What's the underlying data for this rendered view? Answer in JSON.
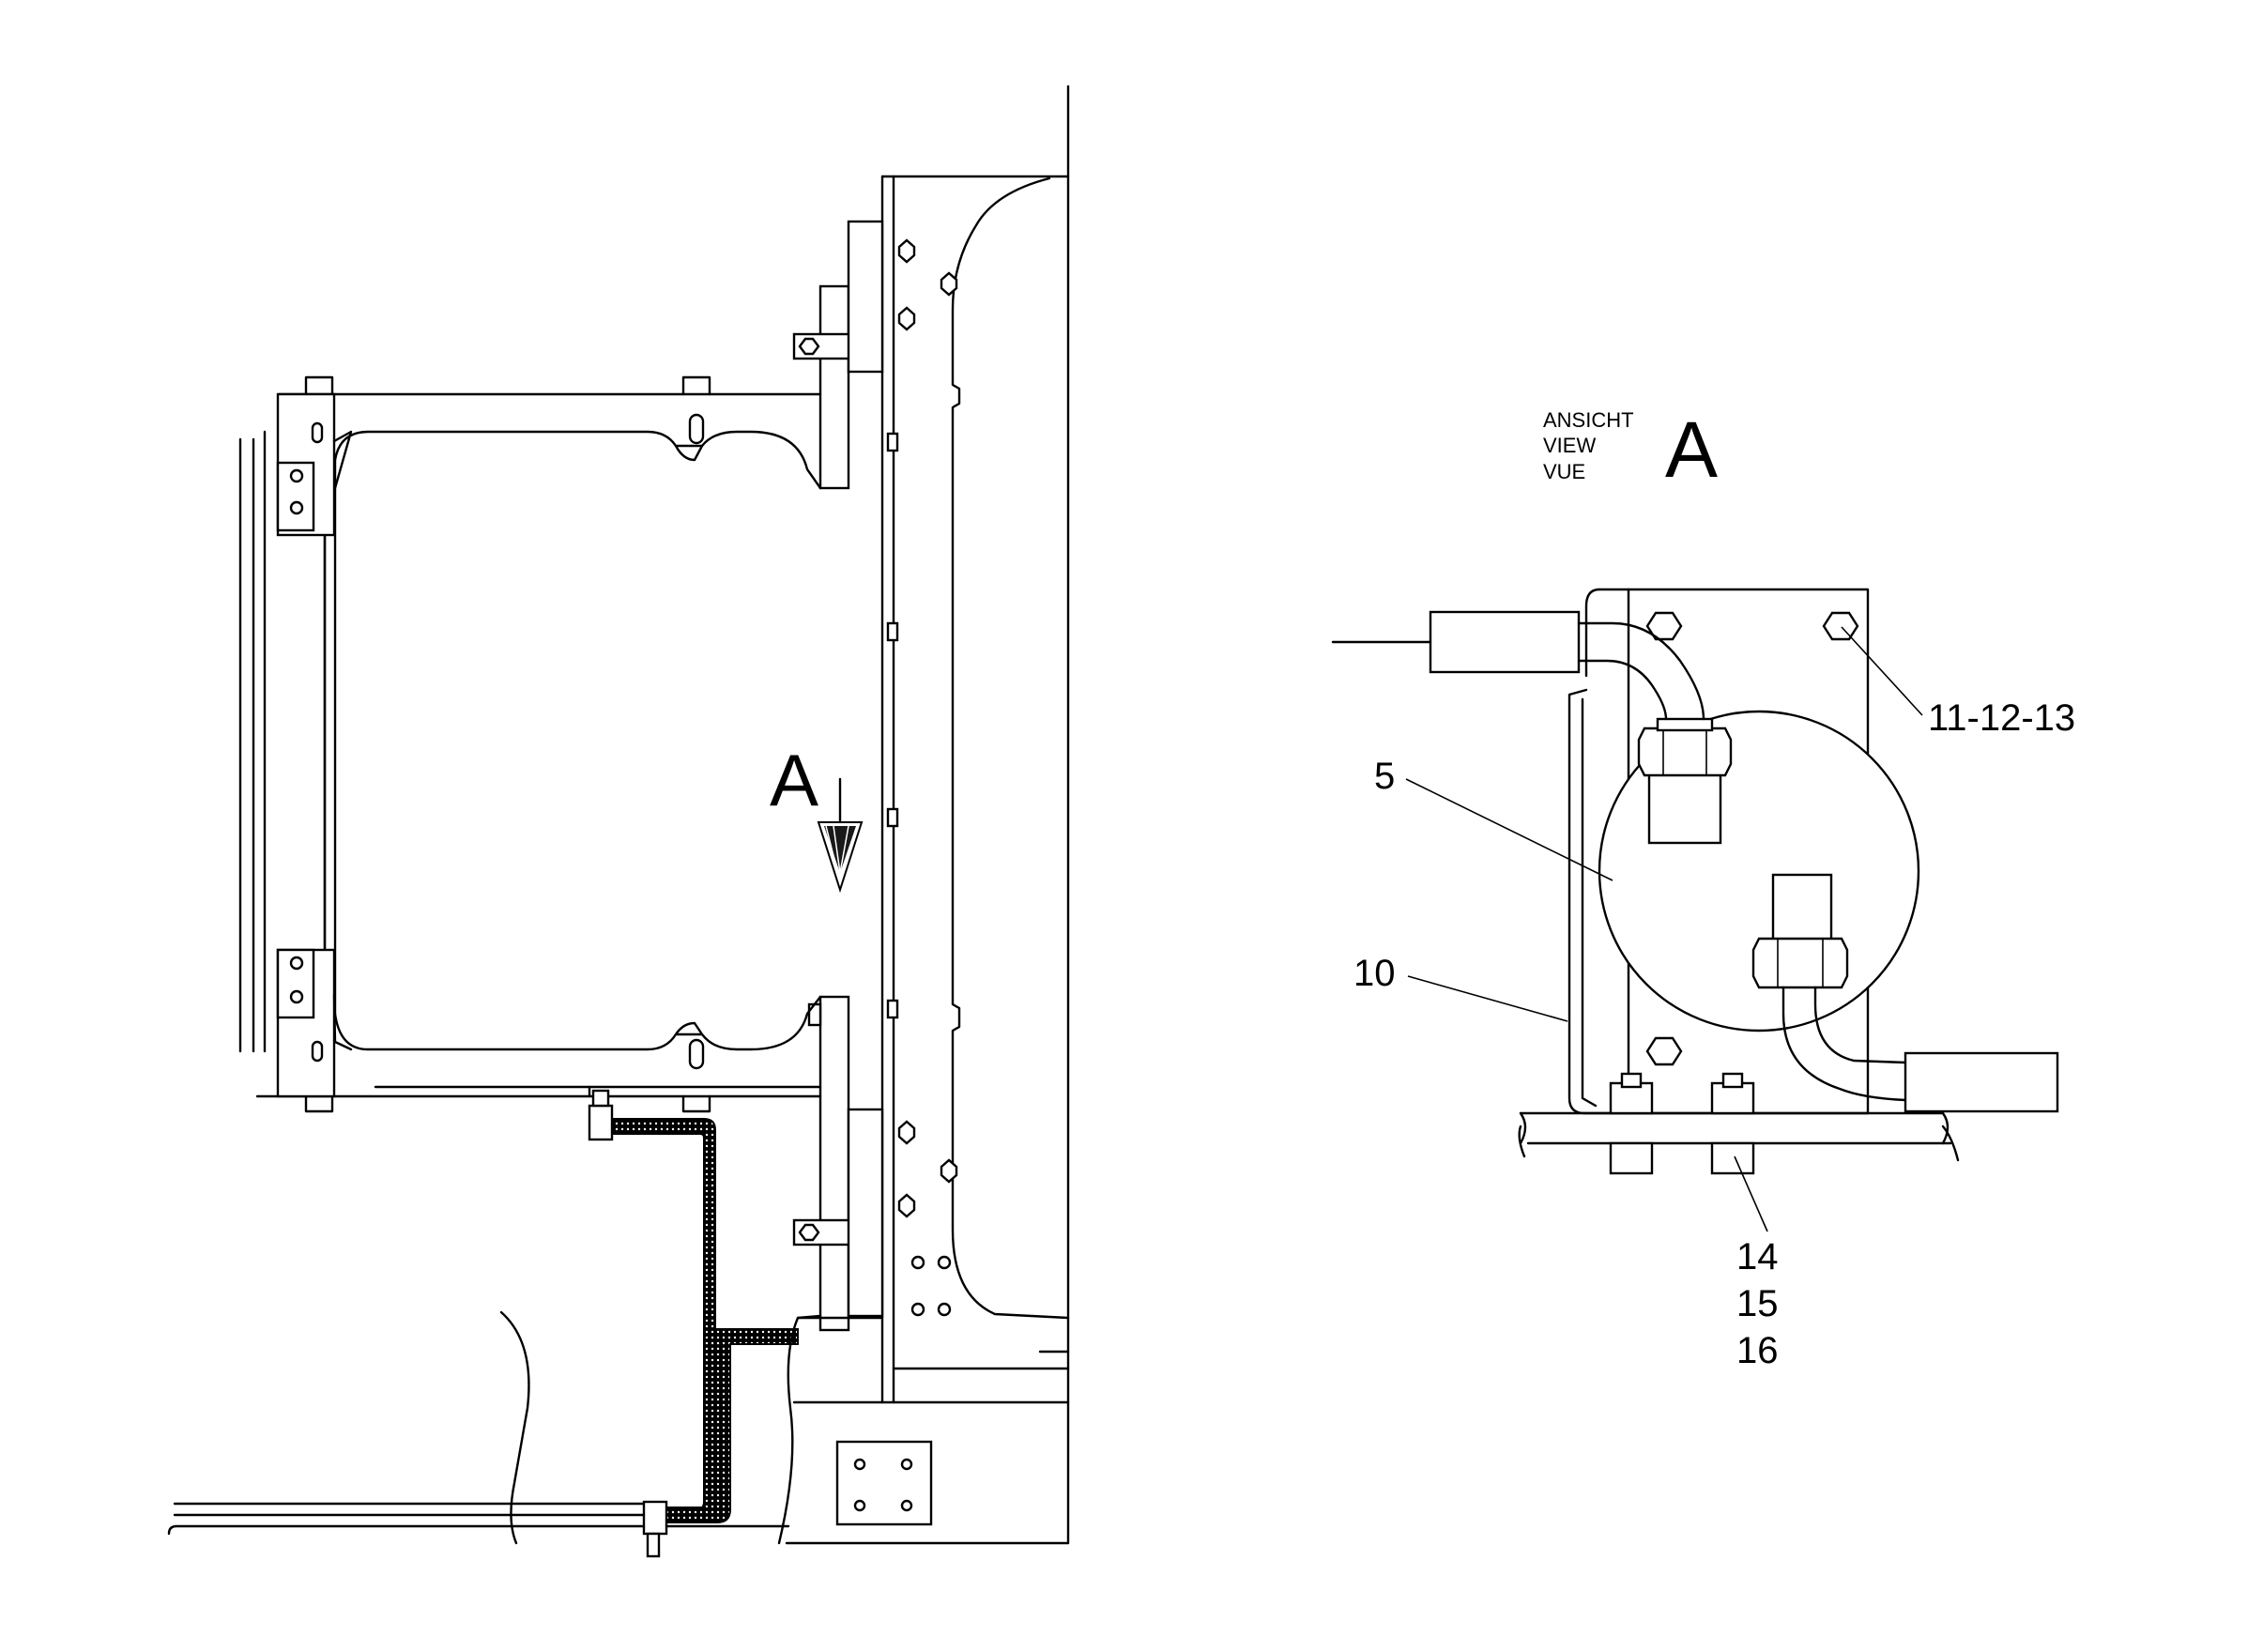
{
  "view_marker": "A",
  "view_title": {
    "lines": [
      "ANSICHT",
      "VIEW",
      "VUE"
    ],
    "letter": "A"
  },
  "callouts": {
    "part_5": "5",
    "part_10": "10",
    "parts_11_12_13": "11-12-13",
    "parts_14_15_16": [
      "14",
      "15",
      "16"
    ]
  },
  "colors": {
    "line": "#000000",
    "background": "#ffffff"
  }
}
